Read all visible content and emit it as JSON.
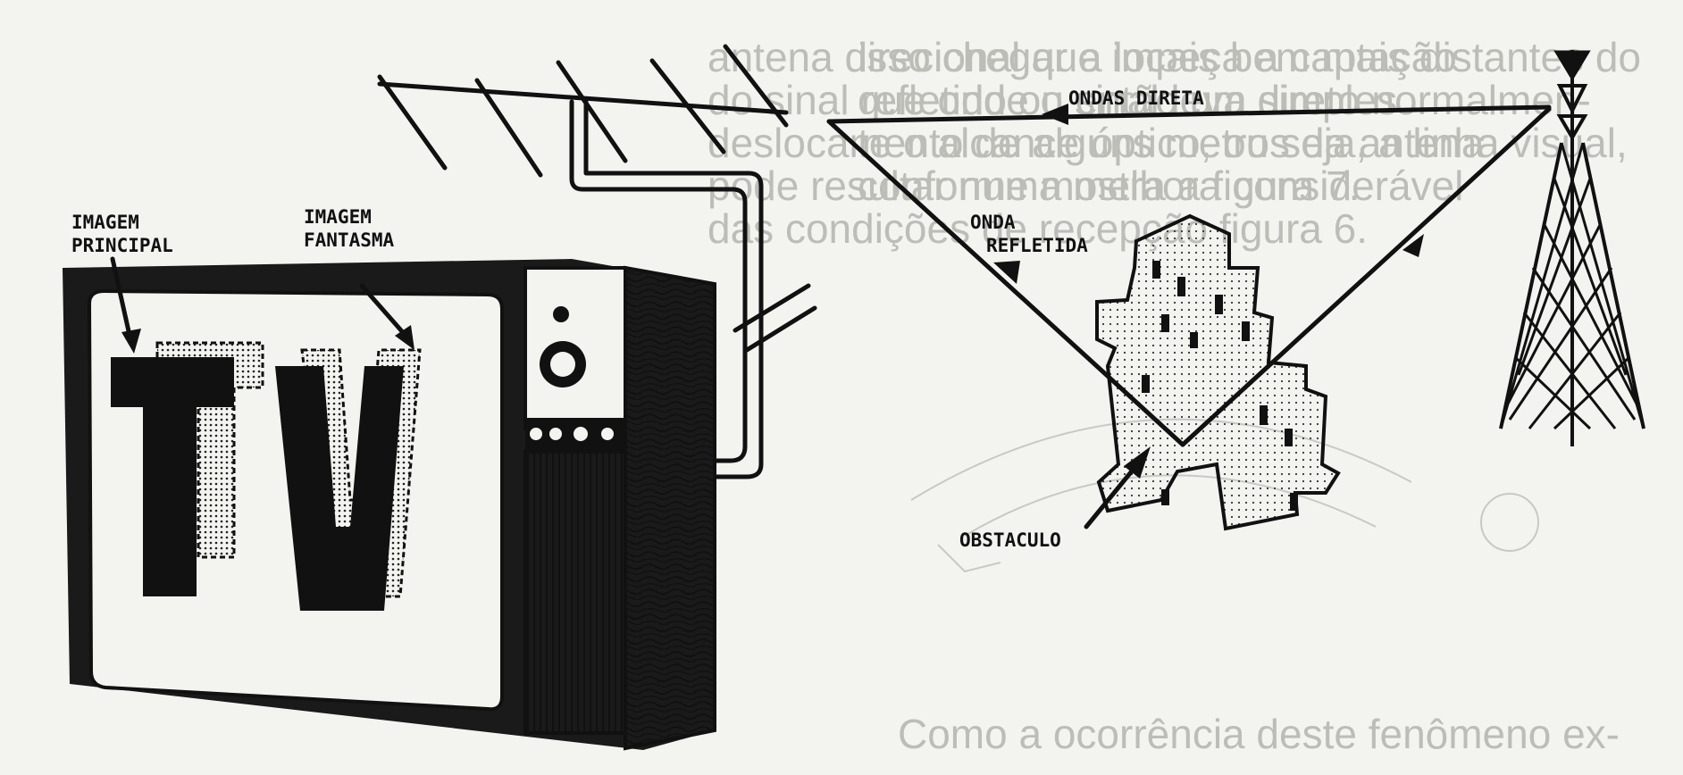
{
  "background_text": {
    "left_column": [
      "antena direcional que impeça a captação",
      "do sinal refletido ou então um simples",
      "deslocamento de alguns metros da antena",
      "pode resultar numa melhora considerável",
      "das condições de recepção figura 6."
    ],
    "right_column": [
      "isso chegar a locais bem mais distantes do",
      "que onde o sinal leva direto normalmen-",
      "te o alcance óptico, ou seja, a linha visual,",
      "conforme mostra a figura 7."
    ],
    "bottom_right": "Como a ocorrência deste fenômeno ex-"
  },
  "tv_figure": {
    "label_main": [
      "IMAGEM",
      "PRINCIPAL"
    ],
    "label_ghost": [
      "IMAGEM",
      "FANTASMA"
    ],
    "screen_text": "TV"
  },
  "propagation_figure": {
    "direct_wave_label": "ONDAS  DIRETA",
    "reflected_wave_label": [
      "ONDA",
      "REFLETIDA"
    ],
    "obstacle_label": "OBSTACULO"
  },
  "colors": {
    "ink": "#111111",
    "paper": "#f3f3f0",
    "bleed_text": "#bdbdb8"
  }
}
